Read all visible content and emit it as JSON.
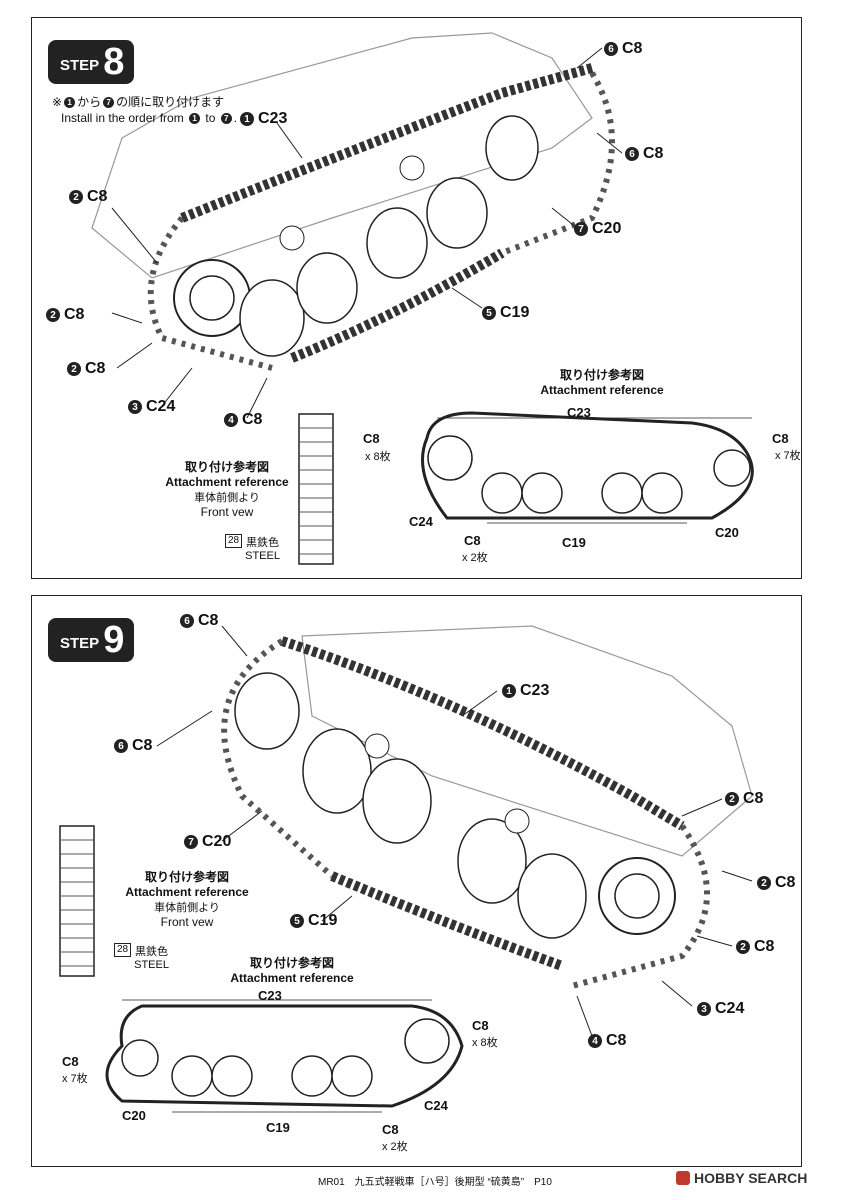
{
  "step8": {
    "badge_word": "STEP",
    "badge_num": "8",
    "note_jp_prefix": "※",
    "note_jp_a": "1",
    "note_jp_mid": "から",
    "note_jp_b": "7",
    "note_jp_suffix": "の順に取り付けます",
    "note_en_prefix": "Install in the order from",
    "note_en_a": "1",
    "note_en_to": "to",
    "note_en_b": "7",
    "note_en_end": ".",
    "callouts": [
      {
        "num": "6",
        "part": "C8"
      },
      {
        "num": "1",
        "part": "C23"
      },
      {
        "num": "6",
        "part": "C8"
      },
      {
        "num": "2",
        "part": "C8"
      },
      {
        "num": "7",
        "part": "C20"
      },
      {
        "num": "2",
        "part": "C8"
      },
      {
        "num": "5",
        "part": "C19"
      },
      {
        "num": "2",
        "part": "C8"
      },
      {
        "num": "3",
        "part": "C24"
      },
      {
        "num": "4",
        "part": "C8"
      }
    ],
    "ref_small": {
      "jp": "取り付け参考図",
      "en": "Attachment reference"
    },
    "ref_front": {
      "jp": "取り付け参考図",
      "en": "Attachment reference",
      "sub_jp": "車体前側より",
      "sub_en": "Front vew"
    },
    "paint": {
      "num": "28",
      "jp": "黒鉄色",
      "en": "STEEL"
    },
    "diagram": {
      "c23": "C23",
      "c8_left": "C8",
      "c8_left_count": "x 8枚",
      "c8_right": "C8",
      "c8_right_count": "x 7枚",
      "c24": "C24",
      "c8_bottom": "C8",
      "c8_bottom_count": "x 2枚",
      "c19": "C19",
      "c20": "C20"
    }
  },
  "step9": {
    "badge_word": "STEP",
    "badge_num": "9",
    "callouts": [
      {
        "num": "6",
        "part": "C8"
      },
      {
        "num": "1",
        "part": "C23"
      },
      {
        "num": "6",
        "part": "C8"
      },
      {
        "num": "2",
        "part": "C8"
      },
      {
        "num": "7",
        "part": "C20"
      },
      {
        "num": "2",
        "part": "C8"
      },
      {
        "num": "5",
        "part": "C19"
      },
      {
        "num": "2",
        "part": "C8"
      },
      {
        "num": "3",
        "part": "C24"
      },
      {
        "num": "4",
        "part": "C8"
      }
    ],
    "ref_small": {
      "jp": "取り付け参考図",
      "en": "Attachment reference"
    },
    "ref_front": {
      "jp": "取り付け参考図",
      "en": "Attachment reference",
      "sub_jp": "車体前側より",
      "sub_en": "Front vew"
    },
    "paint": {
      "num": "28",
      "jp": "黒鉄色",
      "en": "STEEL"
    },
    "diagram": {
      "c23": "C23",
      "c8_right": "C8",
      "c8_right_count": "x 8枚",
      "c8_left": "C8",
      "c8_left_count": "x 7枚",
      "c20": "C20",
      "c19": "C19",
      "c24": "C24",
      "c8_bottom": "C8",
      "c8_bottom_count": "x 2枚"
    }
  },
  "footer": "MR01　九五式軽戦車［ハ号］後期型 “硫黄島”　P10",
  "logo": "HOBBY SEARCH"
}
